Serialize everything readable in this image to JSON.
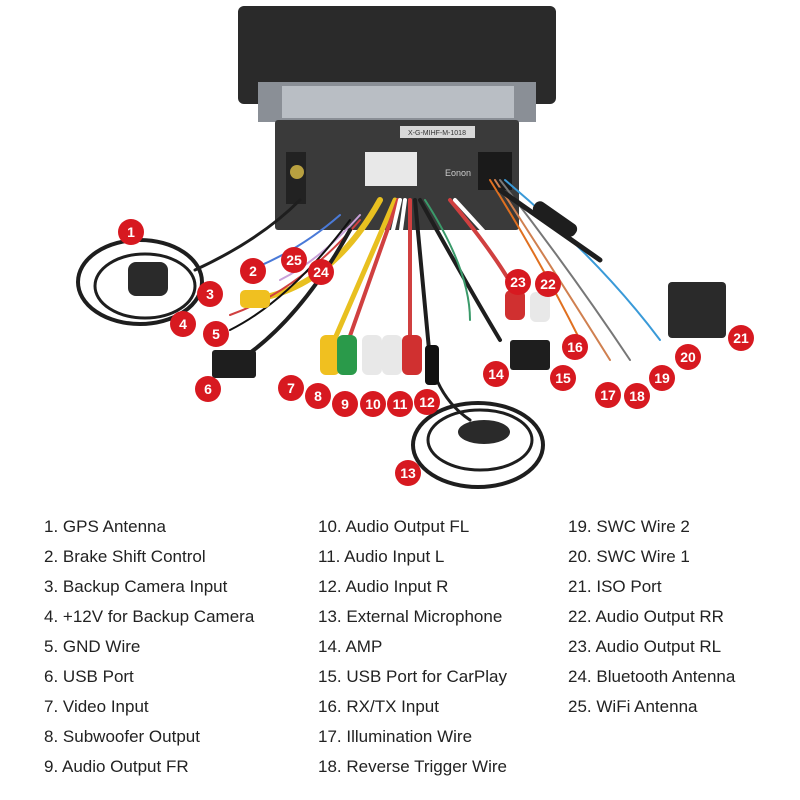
{
  "colors": {
    "marker": "#d71920",
    "unit_body": "#3a3a3a",
    "screen": "#2a2a2a"
  },
  "unit": {
    "label_plate": "X-G-MIHF-M-1018",
    "brand": "Eonon"
  },
  "components": [
    {
      "n": "1",
      "label": "GPS Antenna"
    },
    {
      "n": "2",
      "label": "Brake Shift Control"
    },
    {
      "n": "3",
      "label": "Backup Camera Input"
    },
    {
      "n": "4",
      "label": "+12V for Backup Camera"
    },
    {
      "n": "5",
      "label": "GND Wire"
    },
    {
      "n": "6",
      "label": "USB Port"
    },
    {
      "n": "7",
      "label": "Video Input"
    },
    {
      "n": "8",
      "label": "Subwoofer Output"
    },
    {
      "n": "9",
      "label": "Audio Output FR"
    },
    {
      "n": "10",
      "label": "Audio Output FL"
    },
    {
      "n": "11",
      "label": "Audio Input L"
    },
    {
      "n": "12",
      "label": "Audio Input R"
    },
    {
      "n": "13",
      "label": "External Microphone"
    },
    {
      "n": "14",
      "label": "AMP"
    },
    {
      "n": "15",
      "label": "USB Port for CarPlay"
    },
    {
      "n": "16",
      "label": "RX/TX Input"
    },
    {
      "n": "17",
      "label": "Illumination Wire"
    },
    {
      "n": "18",
      "label": "Reverse Trigger Wire"
    },
    {
      "n": "19",
      "label": "SWC Wire 2"
    },
    {
      "n": "20",
      "label": "SWC Wire 1"
    },
    {
      "n": "21",
      "label": "ISO Port"
    },
    {
      "n": "22",
      "label": "Audio Output RR"
    },
    {
      "n": "23",
      "label": "Audio Output RL"
    },
    {
      "n": "24",
      "label": "Bluetooth Antenna"
    },
    {
      "n": "25",
      "label": "WiFi Antenna"
    }
  ]
}
